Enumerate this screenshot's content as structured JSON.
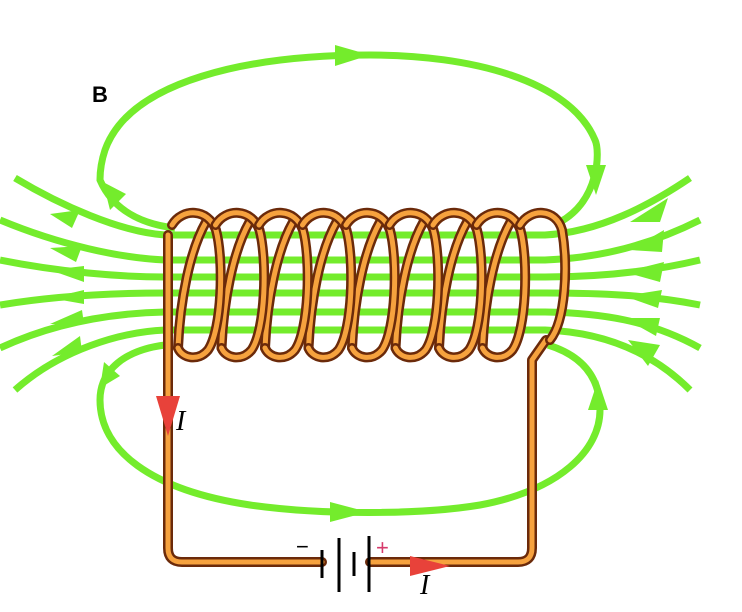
{
  "diagram": {
    "field_label": "B",
    "current_label_left": "I",
    "current_label_bottom": "I",
    "battery_negative": "−",
    "battery_positive": "+",
    "coil_turns": 8,
    "colors": {
      "field": "#74ec2c",
      "wire_outline": "#6b2a0a",
      "wire_fill": "#f6a23e",
      "current_arrow": "#e8423a",
      "positive_sign": "#d63a6b"
    }
  }
}
